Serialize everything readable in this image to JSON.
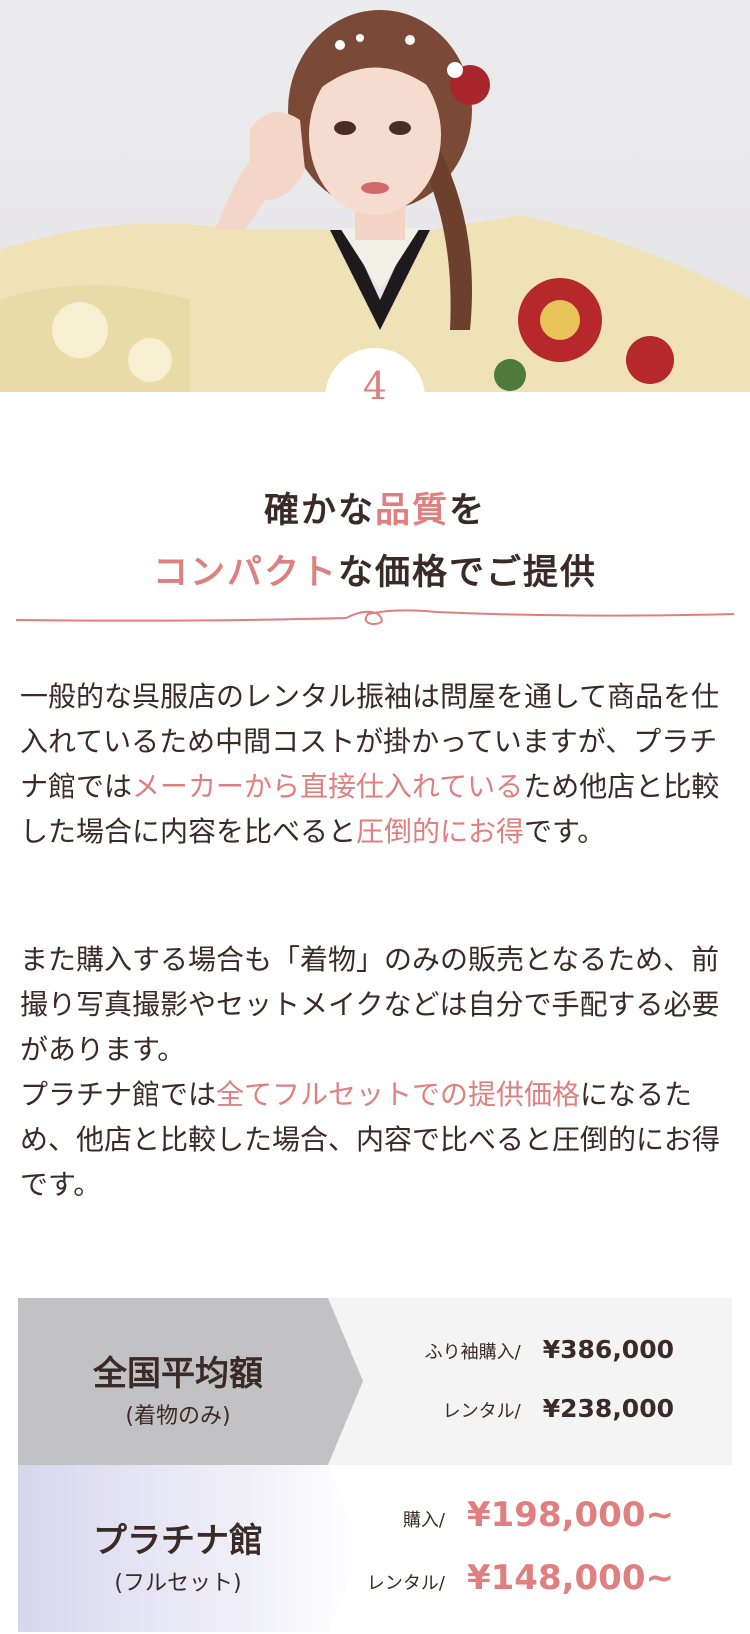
{
  "badge": {
    "number": "4"
  },
  "heading": {
    "line1_a": "確かな",
    "line1_b": "品質",
    "line1_c": "を",
    "line2_a": "コンパクト",
    "line2_b": "な価格でご提供"
  },
  "paragraph1": {
    "t1": "一般的な呉服店のレンタル振袖は問屋を通して商品を仕入れているため中間コストが掛かっていますが、プラチナ館では",
    "h1": "メーカーから直接仕入れている",
    "t2": "ため他店と比較した場合に内容を比べると",
    "h2": "圧倒的にお得",
    "t3": "です。"
  },
  "paragraph2": {
    "t1": "また購入する場合も「着物」のみの販売となるため、前撮り写真撮影やセットメイクなどは自分で手配する必要があります。",
    "t2": "プラチナ館では",
    "h1": "全てフルセットでの提供価格",
    "t3": "になるため、他店と比較した場合、内容で比べると圧倒的にお得です。"
  },
  "price_table": {
    "row1": {
      "title": "全国平均額",
      "subtitle": "(着物のみ)",
      "items": [
        {
          "label": "ふり袖購入/",
          "value": "¥386,000"
        },
        {
          "label": "レンタル/",
          "value": "¥238,000"
        }
      ]
    },
    "row2": {
      "title": "プラチナ館",
      "subtitle": "(フルセット)",
      "items": [
        {
          "label": "購入/",
          "value": "¥198,000~"
        },
        {
          "label": "レンタル/",
          "value": "¥148,000~"
        }
      ]
    }
  },
  "colors": {
    "accent": "#df7f80",
    "text": "#3a2a28",
    "gray_label": "#c2c2c4",
    "lavender": "#dcdaf0"
  }
}
